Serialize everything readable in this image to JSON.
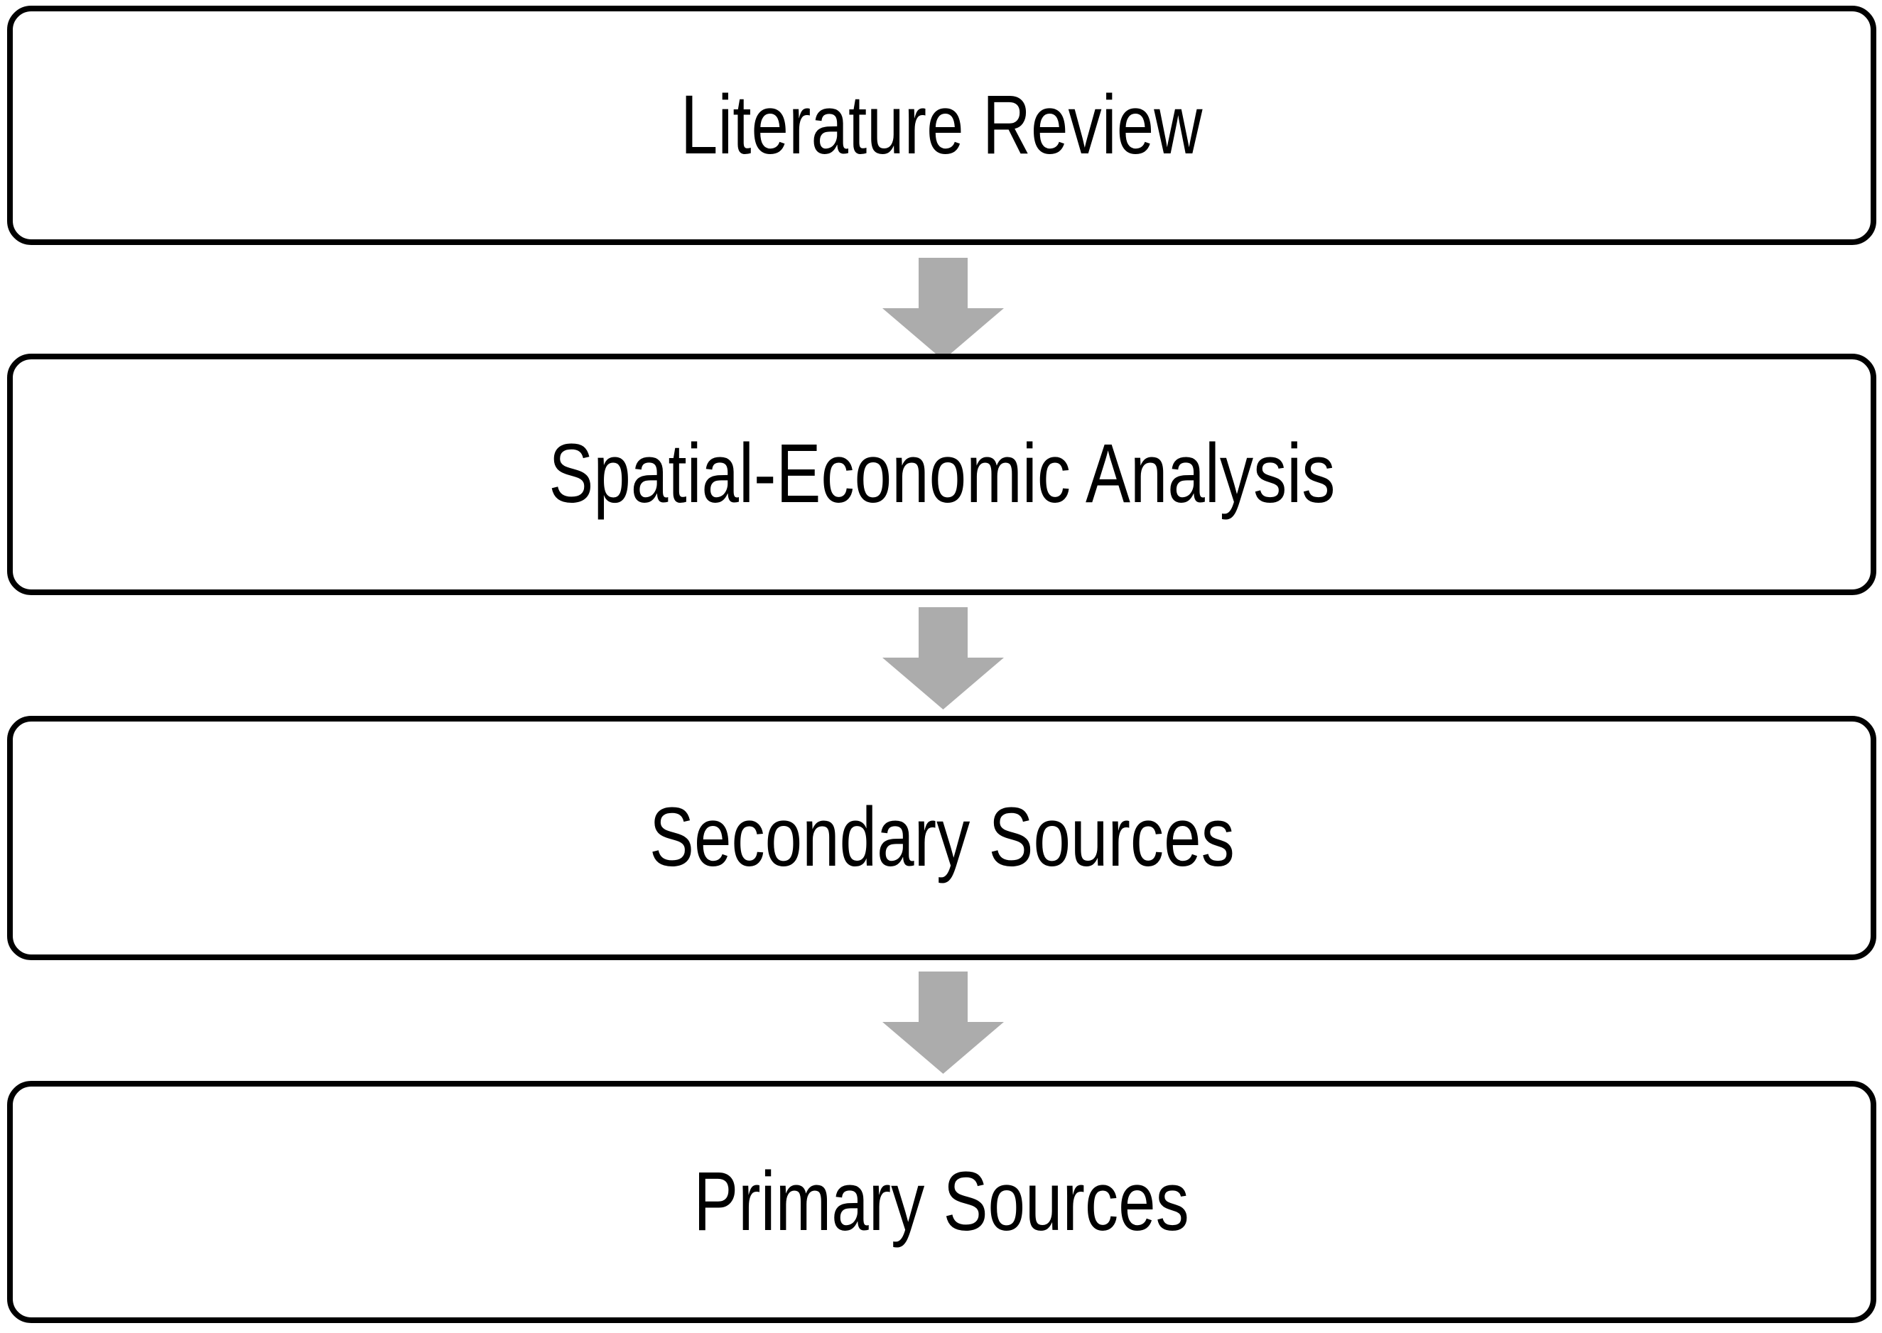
{
  "diagram": {
    "type": "vertical-flowchart",
    "background_color": "#FFFFFF",
    "node_border_color": "#000000",
    "node_fill_color": "#FFFFFF",
    "arrow_color": "#ACACAC",
    "text_color": "#000000",
    "nodes": [
      {
        "id": "literature-review",
        "label": "Literature Review"
      },
      {
        "id": "spatial-economic",
        "label": "Spatial-Economic Analysis"
      },
      {
        "id": "secondary-sources",
        "label": "Secondary Sources"
      },
      {
        "id": "primary-sources",
        "label": "Primary Sources"
      }
    ],
    "connectors": [
      {
        "id": "arrow-1",
        "from": "literature-review",
        "to": "spatial-economic",
        "glyph": "down-arrow"
      },
      {
        "id": "arrow-2",
        "from": "spatial-economic",
        "to": "secondary-sources",
        "glyph": "down-arrow"
      },
      {
        "id": "arrow-3",
        "from": "secondary-sources",
        "to": "primary-sources",
        "glyph": "down-arrow"
      }
    ]
  }
}
